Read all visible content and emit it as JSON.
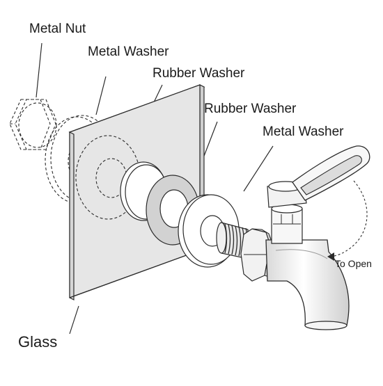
{
  "labels": {
    "metal_nut": "Metal Nut",
    "metal_washer_1": "Metal Washer",
    "rubber_washer_1": "Rubber Washer",
    "rubber_washer_2": "Rubber Washer",
    "metal_washer_2": "Metal Washer",
    "glass": "Glass",
    "to_open": "To Open"
  },
  "colors": {
    "line": "#2b2b2b",
    "glass_fill": "#e6e6e6",
    "rubber_fill": "#d2d2d2",
    "background": "#ffffff"
  }
}
